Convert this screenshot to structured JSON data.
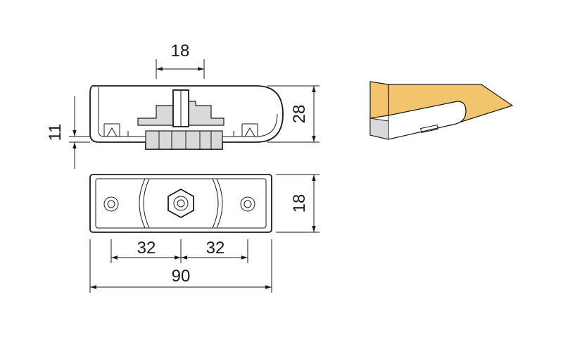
{
  "dimensions": {
    "top_width": "18",
    "side_height_left": "11",
    "side_height_right": "28",
    "plan_height": "18",
    "hole_spacing_left": "32",
    "hole_spacing_right": "32",
    "overall_length": "90"
  },
  "colors": {
    "line": "#1a1a1a",
    "wood": "#f2c46d",
    "part": "#ffffff",
    "shadow": "#d9d9d9"
  }
}
